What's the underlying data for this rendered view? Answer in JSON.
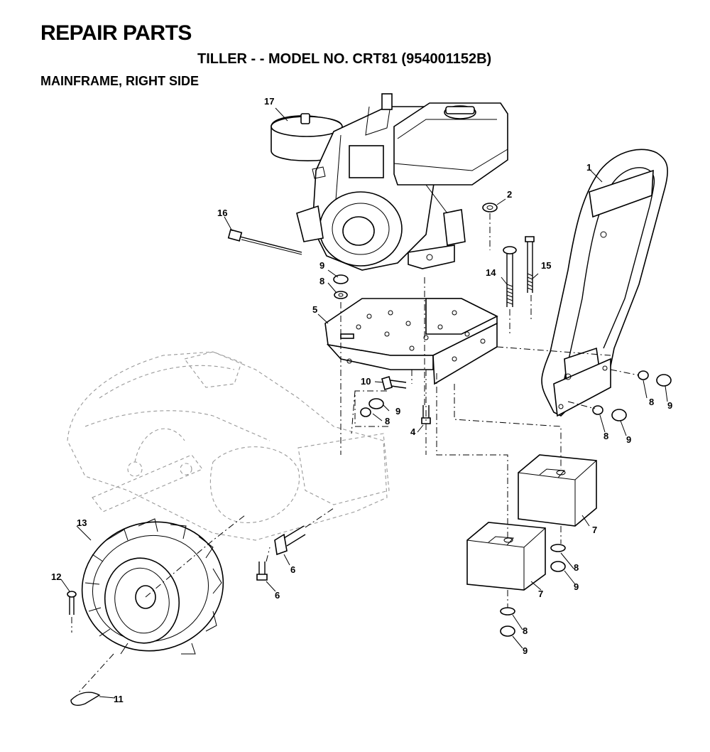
{
  "header": {
    "title": "REPAIR PARTS",
    "subtitle": "TILLER - - MODEL NO. CRT81 (954001152B)",
    "section": "MAINFRAME, RIGHT SIDE"
  },
  "callouts": {
    "c1": "1",
    "c2": "2",
    "c4": "4",
    "c5": "5",
    "c6a": "6",
    "c6b": "6",
    "c7a": "7",
    "c7b": "7",
    "c8a": "8",
    "c8b": "8",
    "c8c": "8",
    "c8d": "8",
    "c8e": "8",
    "c8f": "8",
    "c9a": "9",
    "c9b": "9",
    "c9c": "9",
    "c9d": "9",
    "c9e": "9",
    "c9f": "9",
    "c10": "10",
    "c11": "11",
    "c12": "12",
    "c13": "13",
    "c14": "14",
    "c15": "15",
    "c16": "16",
    "c17": "17"
  }
}
